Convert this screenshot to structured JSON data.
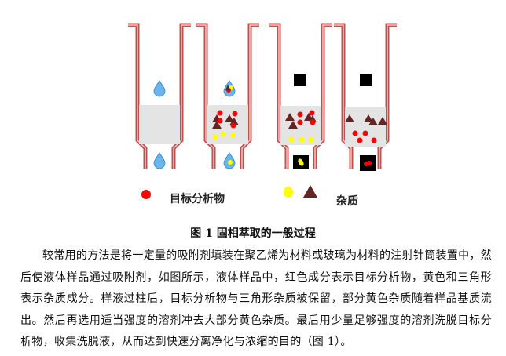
{
  "figure": {
    "legend": {
      "target_label": "目标分析物",
      "impurity_label": "杂质"
    },
    "caption": "图 1  固相萃取的一般过程",
    "colors": {
      "wall": "#c0504d",
      "target": "#ff0000",
      "yellow_impurity": "#ffff00",
      "triangle_impurity": "#632523",
      "drop": "#5aa9e6",
      "packing": "#e4e4e4"
    }
  },
  "body": {
    "paragraph": "较常用的方法是将一定量的吸附剂填装在聚乙烯为材料或玻璃为材料的注射针筒装置中，然后使液体样品通过吸附剂，如图所示，液体样品中，红色成分表示目标分析物，黄色和三角形表示杂质成分。样液过柱后，目标分析物与三角形杂质被保留，部分黄色杂质随着样品基质流出。然后再选用适当强度的溶剂冲去大部分黄色杂质。最后用少量足够强度的溶剂洗脱目标分析物，收集洗脱液，从而达到快速分离净化与浓缩的目的（图 1）。"
  }
}
